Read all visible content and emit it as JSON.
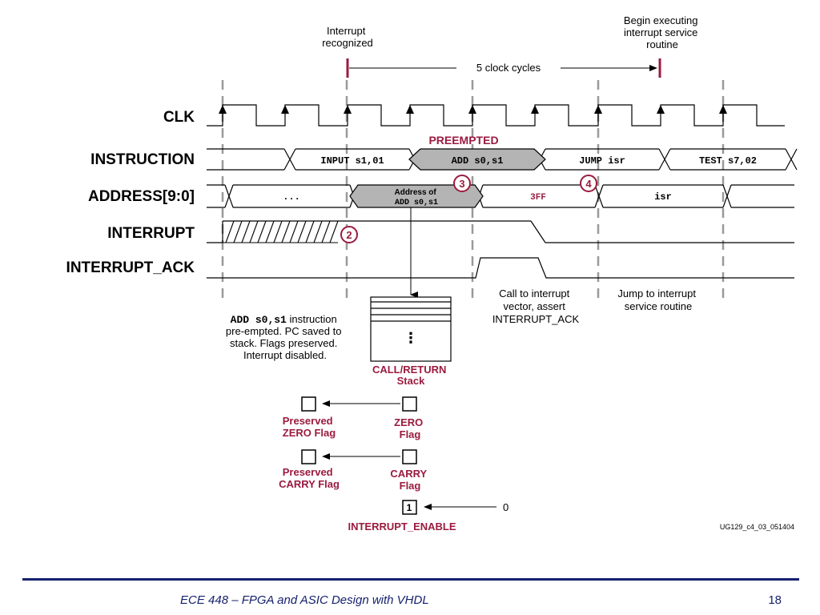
{
  "diagram": {
    "signals": {
      "clk": "CLK",
      "instruction": "INSTRUCTION",
      "address": "ADDRESS[9:0]",
      "interrupt": "INTERRUPT",
      "interrupt_ack": "INTERRUPT_ACK"
    },
    "top_annotations": {
      "interrupt_recognized": [
        "Interrupt",
        "recognized"
      ],
      "begin_isr": [
        "Begin executing",
        "interrupt service",
        "routine"
      ],
      "clock_cycles": "5 clock cycles"
    },
    "preempted_label": "PREEMPTED",
    "instructions": [
      "INPUT s1,01",
      "ADD s0,s1",
      "JUMP isr",
      "TEST s7,02"
    ],
    "addresses": {
      "first": "...",
      "second_line1": "Address of",
      "second_line2": "ADD s0,s1",
      "third": "3FF",
      "fourth": "isr"
    },
    "markers": [
      "2",
      "3",
      "4"
    ],
    "notes": {
      "preempt_mono": "ADD s0,s1",
      "preempt_lines": [
        " instruction",
        "pre-empted.  PC saved to",
        "stack.  Flags preserved.",
        "Interrupt disabled."
      ],
      "call_vector": [
        "Call to interrupt",
        "vector, assert",
        "INTERRUPT_ACK"
      ],
      "jump_isr": [
        "Jump to interrupt",
        "service routine"
      ]
    },
    "stack": {
      "dots": "⋮",
      "label": [
        "CALL/RETURN",
        "Stack"
      ]
    },
    "flags": {
      "preserved_zero": [
        "Preserved",
        "ZERO Flag"
      ],
      "zero": [
        "ZERO",
        "Flag"
      ],
      "preserved_carry": [
        "Preserved",
        "CARRY Flag"
      ],
      "carry": [
        "CARRY",
        "Flag"
      ],
      "enable_value": "1",
      "enable_input": "0",
      "enable_label": "INTERRUPT_ENABLE"
    },
    "figure_id": "UG129_c4_03_051404",
    "colors": {
      "accent": "#9b1b3f",
      "shade": "#b4b4b4",
      "footer": "#16216e"
    }
  },
  "footer": {
    "title": "ECE 448 – FPGA and ASIC Design with VHDL",
    "page": "18"
  }
}
